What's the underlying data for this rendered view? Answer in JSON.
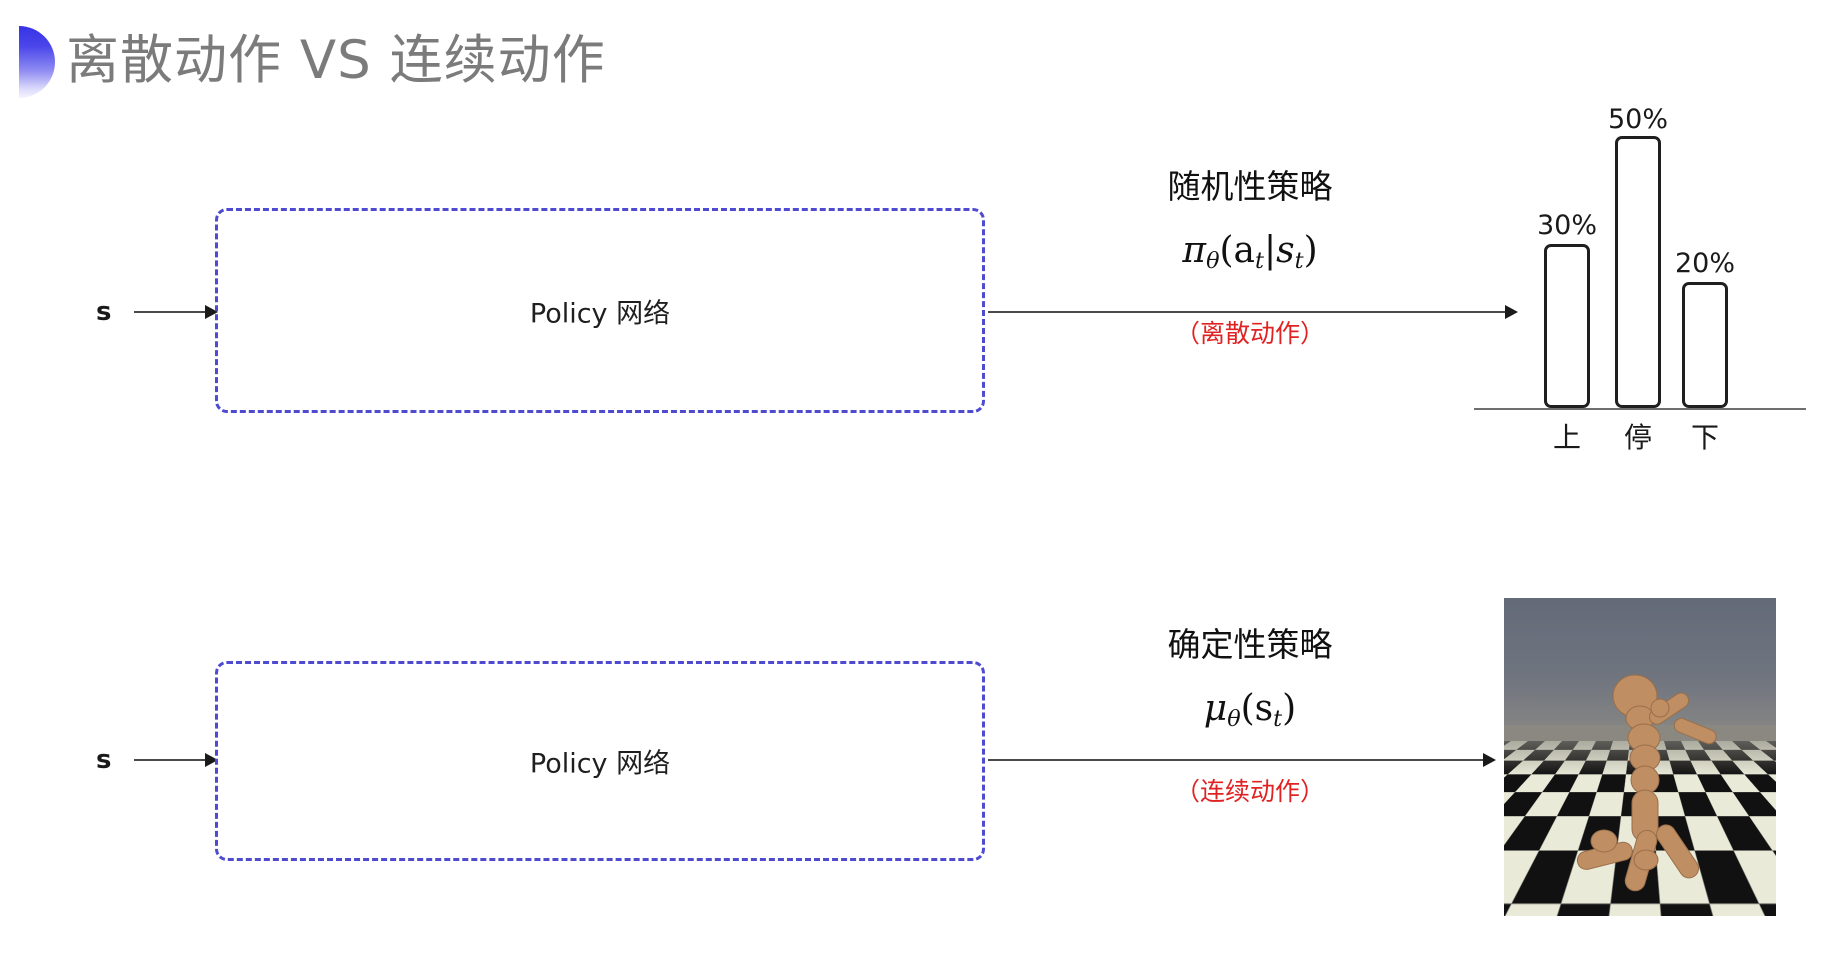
{
  "slide": {
    "title": "离散动作 VS 连续动作",
    "title_color": "#7b7b7b",
    "accent_color": "#3633e6",
    "background": "#ffffff"
  },
  "rows": [
    {
      "input_label": "s",
      "box_label": "Policy 网络",
      "policy_kind": "随机性策略",
      "formula_main": "π",
      "formula_sub": "θ",
      "formula_args": "(a",
      "formula_args_sub": "t",
      "formula_bar": "|s",
      "formula_args_sub2": "t",
      "formula_close": ")",
      "action_type": "（离散动作）",
      "action_type_color": "#e02222"
    },
    {
      "input_label": "s",
      "box_label": "Policy 网络",
      "policy_kind": "确定性策略",
      "formula_main": "μ",
      "formula_sub": "θ",
      "formula_args": "(s",
      "formula_args_sub": "t",
      "formula_close": ")",
      "action_type": "（连续动作）",
      "action_type_color": "#e02222"
    }
  ],
  "chart_data": {
    "type": "bar",
    "title": "",
    "categories": [
      "上",
      "停",
      "下"
    ],
    "values": [
      30,
      50,
      20
    ],
    "value_labels": [
      "30%",
      "50%",
      "20%"
    ],
    "xlabel": "",
    "ylabel": "",
    "ylim": [
      0,
      60
    ],
    "grid": false,
    "legend": "none",
    "bar_style": "outlined",
    "bar_border_color": "#1f1f1f",
    "bar_fill": "#ffffff",
    "axis_color": "#6f6f6f"
  },
  "sim_figure": {
    "name": "humanoid-simulation",
    "description": "MuJoCo humanoid on checkerboard floor",
    "sky_color": "#6f7480",
    "floor_light": "#e9ead8",
    "floor_dark": "#111111",
    "body_color": "#c08e63"
  }
}
